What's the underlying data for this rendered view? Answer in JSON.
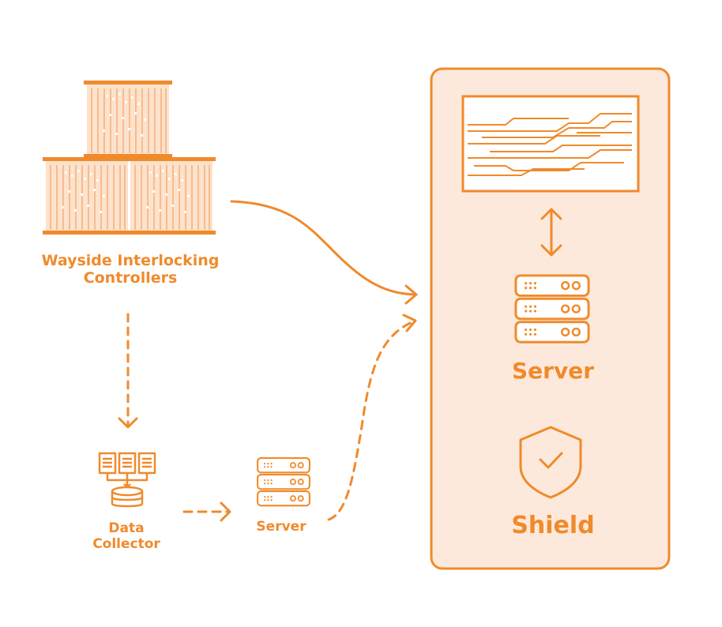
{
  "accent_color": "#f08a2b",
  "panel_fill": "#fde9dc",
  "labels": {
    "wayside": "Wayside Interlocking\nControllers",
    "data_collector": "Data\nCollector",
    "server_small": "Server",
    "server_big": "Server",
    "shield": "Shield"
  },
  "icons": {
    "controllers": "rack-cabinet-icon",
    "collector": "data-collector-icon",
    "server": "server-stack-icon",
    "track_display": "track-layout-screen-icon",
    "shield": "shield-check-icon"
  }
}
